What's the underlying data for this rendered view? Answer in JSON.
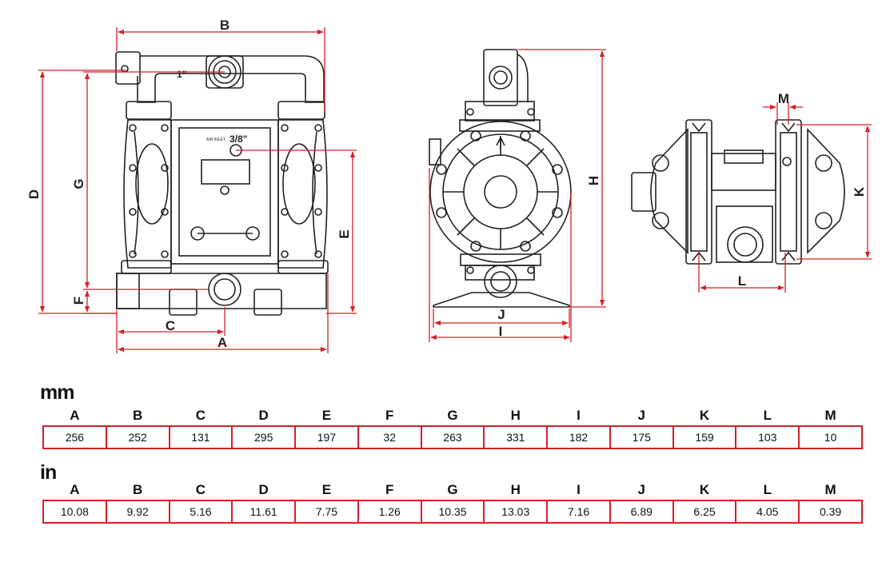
{
  "drawing": {
    "dimension_letters": [
      "A",
      "B",
      "C",
      "D",
      "E",
      "F",
      "G",
      "H",
      "I",
      "J",
      "K",
      "L",
      "M"
    ],
    "thread_labels": {
      "top_port": "1\"",
      "air_inlet_label": "AIR INLET",
      "air_inlet": "3/8\""
    },
    "line_color": "#d42027"
  },
  "tables": {
    "mm": {
      "unit_label": "mm",
      "headers": [
        "A",
        "B",
        "C",
        "D",
        "E",
        "F",
        "G",
        "H",
        "I",
        "J",
        "K",
        "L",
        "M"
      ],
      "values": [
        "256",
        "252",
        "131",
        "295",
        "197",
        "32",
        "263",
        "331",
        "182",
        "175",
        "159",
        "103",
        "10"
      ]
    },
    "in": {
      "unit_label": "in",
      "headers": [
        "A",
        "B",
        "C",
        "D",
        "E",
        "F",
        "G",
        "H",
        "I",
        "J",
        "K",
        "L",
        "M"
      ],
      "values": [
        "10.08",
        "9.92",
        "5.16",
        "11.61",
        "7.75",
        "1.26",
        "10.35",
        "13.03",
        "7.16",
        "6.89",
        "6.25",
        "4.05",
        "0.39"
      ]
    }
  }
}
